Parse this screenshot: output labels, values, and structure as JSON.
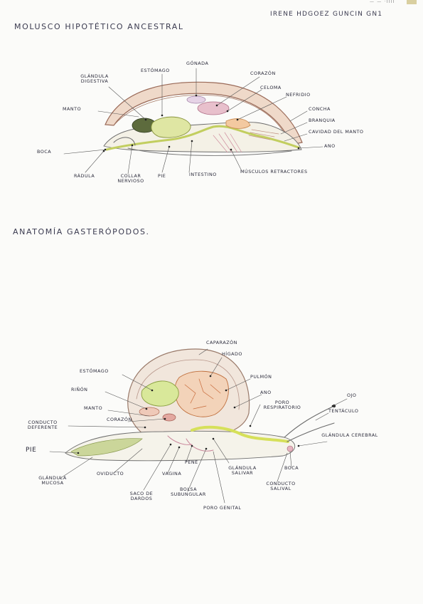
{
  "header": {
    "author": "Irene Hdgoez Guncin GN1",
    "corner_mark": "—  —  ·ıııı"
  },
  "diagram1": {
    "title": "Molusco hipotético ancestral",
    "labels": {
      "glandula_digestiva": "Glándula digestiva",
      "estomago": "Estómago",
      "gonada": "Gónada",
      "corazon": "Corazón",
      "celoma": "Celoma",
      "nefridio": "Nefridio",
      "manto": "Manto",
      "concha": "Concha",
      "branquia": "Branquia",
      "cavidad_manto": "Cavidad del manto",
      "ano": "Ano",
      "boca": "Boca",
      "radula": "Rádula",
      "collar_nervioso": "Collar nervioso",
      "pie": "Pie",
      "intestino": "Intestino",
      "musculos_retractores": "Músculos retractores"
    }
  },
  "diagram2": {
    "title": "Anatomía gasterópodos.",
    "labels": {
      "caparazon": "Caparazón",
      "higado": "Hígado",
      "estomago": "Estómago",
      "rinon": "Riñón",
      "pulmon": "Pulmón",
      "ano": "Ano",
      "poro_respiratorio": "Poro respiratorio",
      "ojo": "Ojo",
      "tentaculo": "Tentáculo",
      "manto": "Manto",
      "corazon": "Corazón",
      "conducto_deferente": "Conducto deferente",
      "glandula_cerebral": "Glándula cerebral",
      "pie": "Pie",
      "glandula_mucosa": "Glándula mucosa",
      "oviducto": "Oviducto",
      "vagina": "Vagina",
      "pene": "Pene",
      "glandula_salivar": "Glándula salivar",
      "boca": "Boca",
      "saco_dardos": "Saco de dardos",
      "bolsa_subungular": "Bolsa subungular",
      "conducto_salival": "Conducto salival",
      "poro_genital": "Poro genital"
    }
  }
}
